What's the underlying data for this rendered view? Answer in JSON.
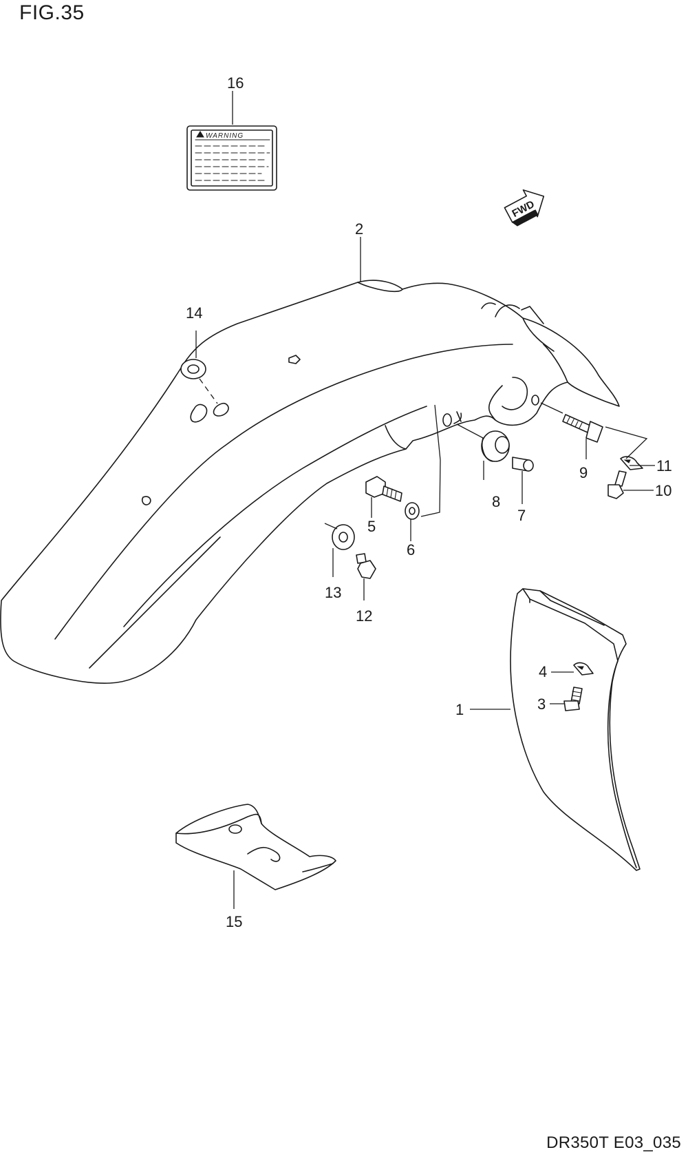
{
  "figure": {
    "title": "FIG.35",
    "drawing_code": "DR350T E03_035"
  },
  "label_sticker": {
    "heading": "WARNING"
  },
  "direction_arrow": {
    "label": "FWD"
  },
  "callouts": [
    {
      "id": "callout-1",
      "number": "1"
    },
    {
      "id": "callout-2",
      "number": "2"
    },
    {
      "id": "callout-3",
      "number": "3"
    },
    {
      "id": "callout-4",
      "number": "4"
    },
    {
      "id": "callout-5",
      "number": "5"
    },
    {
      "id": "callout-6",
      "number": "6"
    },
    {
      "id": "callout-7",
      "number": "7"
    },
    {
      "id": "callout-8",
      "number": "8"
    },
    {
      "id": "callout-9",
      "number": "9"
    },
    {
      "id": "callout-10",
      "number": "10"
    },
    {
      "id": "callout-11",
      "number": "11"
    },
    {
      "id": "callout-12",
      "number": "12"
    },
    {
      "id": "callout-13",
      "number": "13"
    },
    {
      "id": "callout-14",
      "number": "14"
    },
    {
      "id": "callout-15",
      "number": "15"
    },
    {
      "id": "callout-16",
      "number": "16"
    }
  ]
}
